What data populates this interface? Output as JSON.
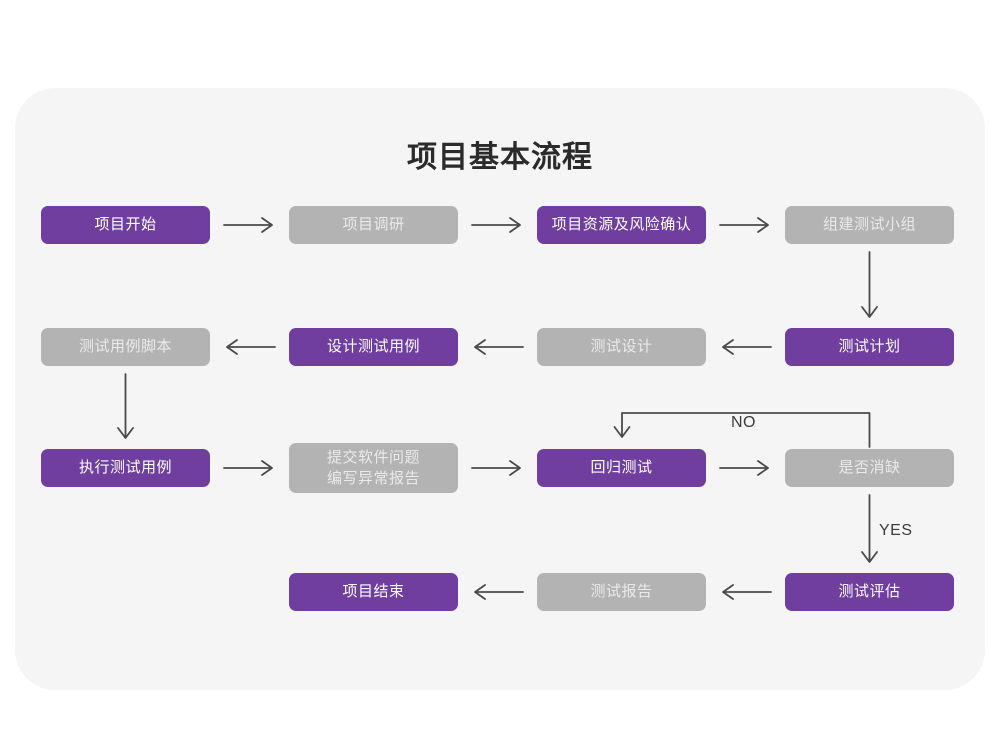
{
  "page": {
    "background_color": "#ffffff",
    "card_color": "#f5f5f6"
  },
  "title": "项目基本流程",
  "palette": {
    "purple": "#6f3e9e",
    "gray": "#b3b3b3",
    "purple_text": "#ffffff",
    "gray_text": "#eaeaea",
    "arrow": "#4a4a4a",
    "label_text": "#3c3c3c"
  },
  "chart_data": {
    "type": "diagram",
    "title": "项目基本流程",
    "nodes": [
      {
        "id": "n1",
        "label": "项目开始",
        "style": "purple",
        "row": 1,
        "col": 1
      },
      {
        "id": "n2",
        "label": "项目调研",
        "style": "gray",
        "row": 1,
        "col": 2
      },
      {
        "id": "n3",
        "label": "项目资源及风险确认",
        "style": "purple",
        "row": 1,
        "col": 3
      },
      {
        "id": "n4",
        "label": "组建测试小组",
        "style": "gray",
        "row": 1,
        "col": 4
      },
      {
        "id": "n5",
        "label": "测试用例脚本",
        "style": "gray",
        "row": 2,
        "col": 1
      },
      {
        "id": "n6",
        "label": "设计测试用例",
        "style": "purple",
        "row": 2,
        "col": 2
      },
      {
        "id": "n7",
        "label": "测试设计",
        "style": "gray",
        "row": 2,
        "col": 3
      },
      {
        "id": "n8",
        "label": "测试计划",
        "style": "purple",
        "row": 2,
        "col": 4
      },
      {
        "id": "n9",
        "label": "执行测试用例",
        "style": "purple",
        "row": 3,
        "col": 1
      },
      {
        "id": "n10",
        "label": "提交软件问题\n编写异常报告",
        "style": "gray",
        "row": 3,
        "col": 2
      },
      {
        "id": "n11",
        "label": "回归测试",
        "style": "purple",
        "row": 3,
        "col": 3
      },
      {
        "id": "n12",
        "label": "是否消缺",
        "style": "gray",
        "row": 3,
        "col": 4
      },
      {
        "id": "n13",
        "label": "项目结束",
        "style": "purple",
        "row": 4,
        "col": 2
      },
      {
        "id": "n14",
        "label": "测试报告",
        "style": "gray",
        "row": 4,
        "col": 3
      },
      {
        "id": "n15",
        "label": "测试评估",
        "style": "purple",
        "row": 4,
        "col": 4
      }
    ],
    "edges": [
      {
        "from": "n1",
        "to": "n2",
        "label": "",
        "direction": "right"
      },
      {
        "from": "n2",
        "to": "n3",
        "label": "",
        "direction": "right"
      },
      {
        "from": "n3",
        "to": "n4",
        "label": "",
        "direction": "right"
      },
      {
        "from": "n4",
        "to": "n8",
        "label": "",
        "direction": "down"
      },
      {
        "from": "n8",
        "to": "n7",
        "label": "",
        "direction": "left"
      },
      {
        "from": "n7",
        "to": "n6",
        "label": "",
        "direction": "left"
      },
      {
        "from": "n6",
        "to": "n5",
        "label": "",
        "direction": "left"
      },
      {
        "from": "n5",
        "to": "n9",
        "label": "",
        "direction": "down"
      },
      {
        "from": "n9",
        "to": "n10",
        "label": "",
        "direction": "right"
      },
      {
        "from": "n10",
        "to": "n11",
        "label": "",
        "direction": "right"
      },
      {
        "from": "n11",
        "to": "n12",
        "label": "",
        "direction": "right"
      },
      {
        "from": "n12",
        "to": "n11",
        "label": "NO",
        "direction": "loop-up-left"
      },
      {
        "from": "n12",
        "to": "n15",
        "label": "YES",
        "direction": "down"
      },
      {
        "from": "n15",
        "to": "n14",
        "label": "",
        "direction": "left"
      },
      {
        "from": "n14",
        "to": "n13",
        "label": "",
        "direction": "left"
      }
    ]
  },
  "edge_labels": {
    "no": "NO",
    "yes": "YES"
  }
}
